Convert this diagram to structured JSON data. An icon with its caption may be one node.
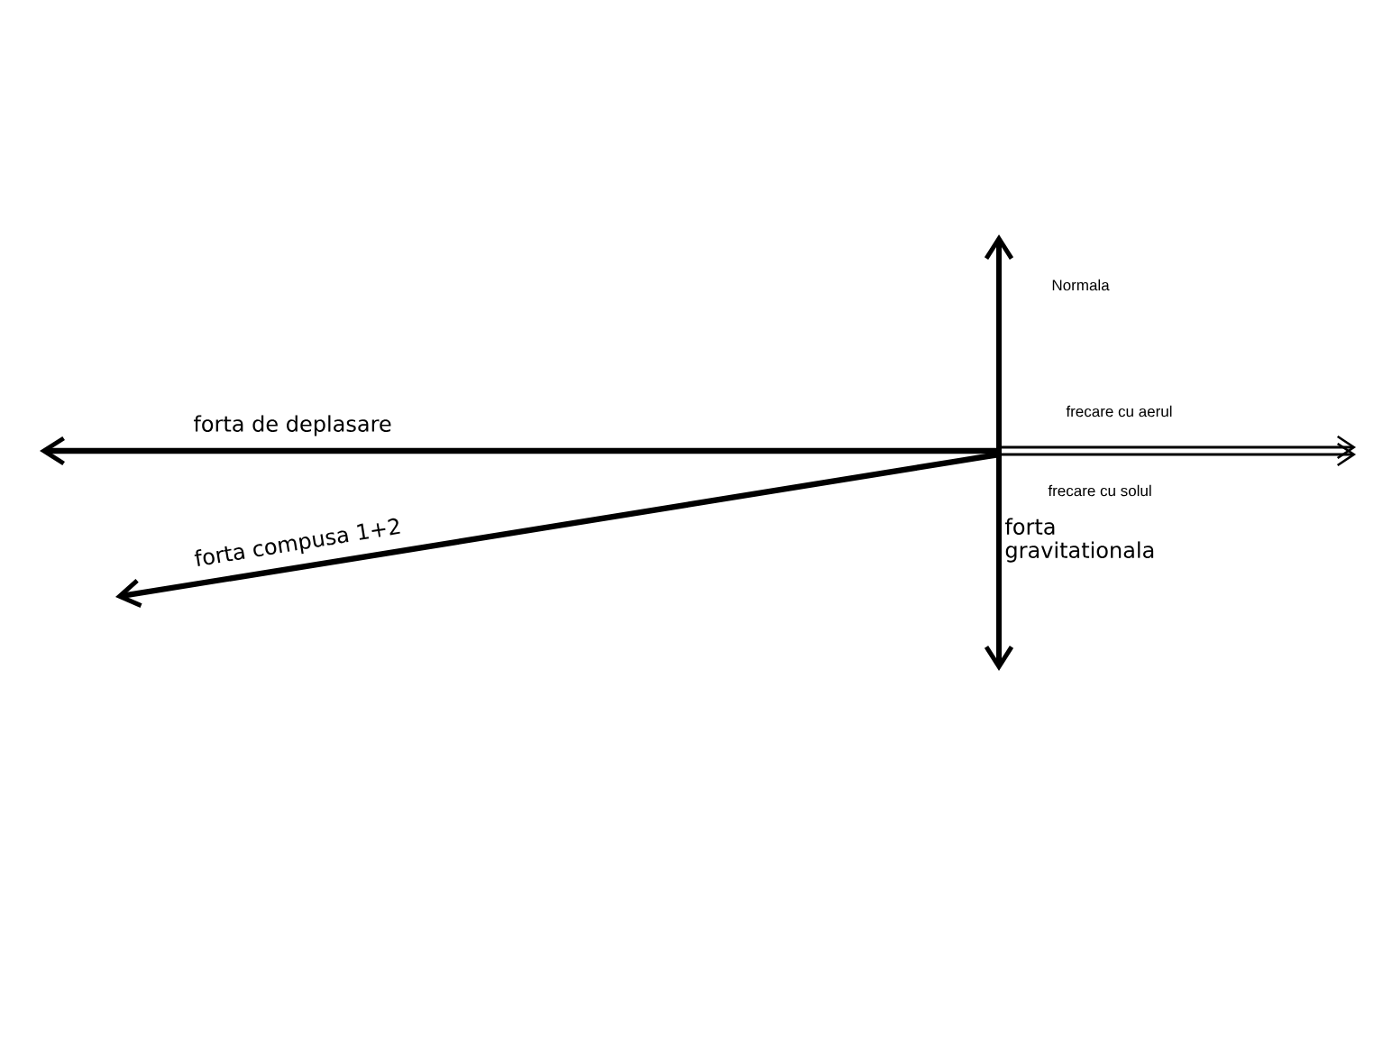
{
  "diagram": {
    "labels": [
      "Normala",
      "frecare cu aerul",
      "forta de deplasare",
      "frecare cu solul",
      "forta compusa 1+2",
      "forta gravitationala"
    ]
  }
}
